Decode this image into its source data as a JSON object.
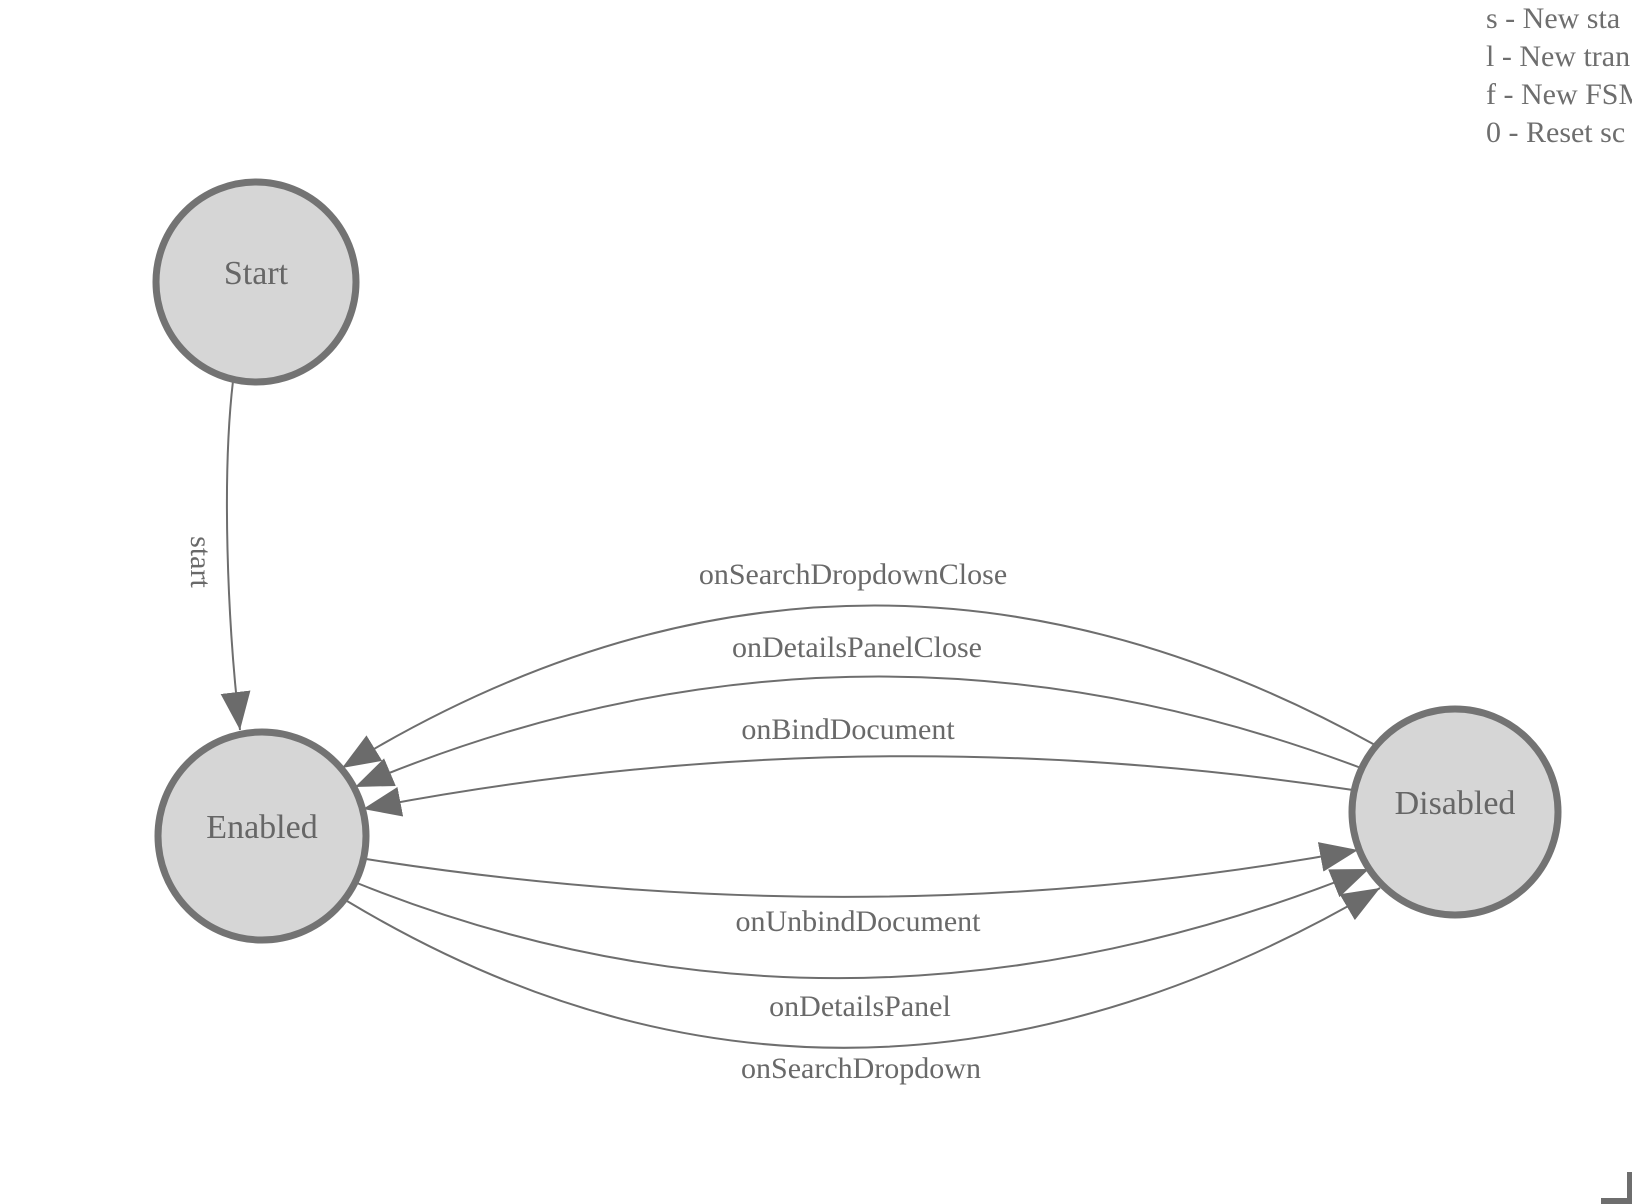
{
  "legend": {
    "lines": [
      "s - New sta",
      "l - New tran",
      "f - New FSM",
      "0 - Reset sc"
    ]
  },
  "diagram": {
    "states": [
      {
        "label": "Start"
      },
      {
        "label": "Enabled"
      },
      {
        "label": "Disabled"
      }
    ],
    "transitions": [
      {
        "label": "start",
        "from": "Start",
        "to": "Enabled"
      },
      {
        "label": "onSearchDropdownClose",
        "from": "Disabled",
        "to": "Enabled"
      },
      {
        "label": "onDetailsPanelClose",
        "from": "Disabled",
        "to": "Enabled"
      },
      {
        "label": "onBindDocument",
        "from": "Disabled",
        "to": "Enabled"
      },
      {
        "label": "onUnbindDocument",
        "from": "Enabled",
        "to": "Disabled"
      },
      {
        "label": "onDetailsPanel",
        "from": "Enabled",
        "to": "Disabled"
      },
      {
        "label": "onSearchDropdown",
        "from": "Enabled",
        "to": "Disabled"
      }
    ]
  },
  "colors": {
    "background": "#ffffff",
    "state_fill": "#d6d6d6",
    "state_stroke": "#737373",
    "edge_stroke": "#6e6e6e",
    "arrow_fill": "#6b6b6b",
    "label_text": "#666666"
  }
}
